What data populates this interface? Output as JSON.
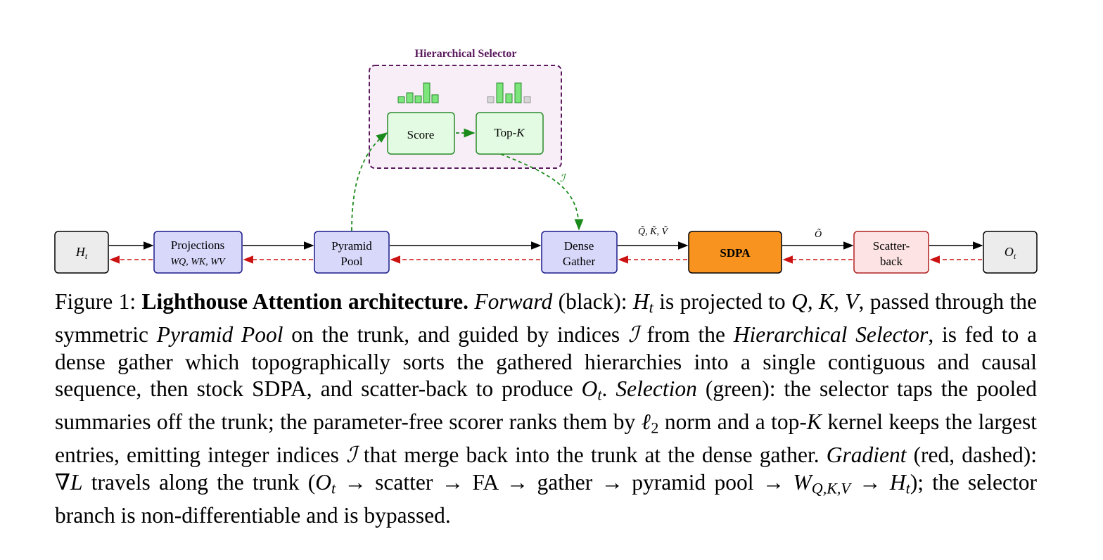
{
  "figure": {
    "selector_title": "Hierarchical Selector",
    "score_label": "Score",
    "topk_label_prefix": "Top-",
    "topk_label_var": "K",
    "ht_label": "H",
    "ht_sub": "t",
    "projections_label": "Projections",
    "projections_weights": "WQ, WK, WV",
    "pyramid_line1": "Pyramid",
    "pyramid_line2": "Pool",
    "gather_line1": "Dense",
    "gather_line2": "Gather",
    "sdpa_label": "SDPA",
    "scatter_line1": "Scatter-",
    "scatter_line2": "back",
    "ot_label": "O",
    "ot_sub": "t",
    "qkv_tilde_label": "Q̃, K̃, Ṽ",
    "o_tilde_label": "Õ",
    "index_label": "ℐ",
    "score_bars": [
      0.3,
      0.5,
      0.35,
      1.0,
      0.4
    ],
    "topk_bars": [
      0.3,
      1.0,
      0.45,
      1.0,
      0.3
    ],
    "topk_selected": [
      false,
      true,
      true,
      true,
      false
    ],
    "colors": {
      "selector_border": "#5b1a5e",
      "selector_fill": "#f8eef8",
      "green_box_border": "#2a8a2a",
      "green_box_fill": "#e3fbe3",
      "bar_fill": "#7ce67c",
      "bar_gray": "#d6d6d6",
      "blue_box_border": "#1a1a8a",
      "blue_box_fill": "#d8d8fb",
      "gray_box_fill": "#ececec",
      "sdpa_fill": "#f7931e",
      "scatter_border": "#b02020",
      "scatter_fill": "#fde3e3",
      "grad_red": "#cc1111",
      "selection_green": "#1a8a1a"
    }
  },
  "caption": {
    "fig_label": "Figure 1:",
    "bold_title": "Lighthouse Attention architecture.",
    "t_forward": "Forward",
    "t1": " (black): ",
    "m_H": "H",
    "m_t": "t",
    "t2": " is projected to ",
    "m_QKV": "Q, K, V",
    "t3": ", passed through the symmetric ",
    "t_pyramid": "Pyramid Pool",
    "t4": " on the trunk, and guided by indices ",
    "m_I": "ℐ",
    "t5": " from the ",
    "t_hier": "Hierarchical Selector",
    "t6": ", is fed to a dense gather which topographically sorts the gathered hierarchies into a single contiguous and causal sequence, then stock SDPA, and scatter-back to produce ",
    "m_O": "O",
    "t7": ". ",
    "t_selection": "Selection",
    "t8": " (green): the selector taps the pooled summaries off the trunk; the parameter-free scorer ranks them by ",
    "m_ell": "ℓ",
    "m_two": "2",
    "t9": " norm and a top-",
    "m_K": "K",
    "t10": " kernel keeps the largest entries, emitting integer indices ",
    "t11": " that merge back into the trunk at the dense gather. ",
    "t_gradient": "Gradient",
    "t12": " (red, dashed): ",
    "m_nabla": "∇",
    "m_L": "L",
    "t13": " travels along the trunk (",
    "t14": " → scatter → FA → gather → pyramid pool → ",
    "m_W": "W",
    "m_WQKV_sub": "Q,K,V",
    "t15": " → ",
    "t16": "); the selector branch is non-differentiable and is bypassed."
  }
}
